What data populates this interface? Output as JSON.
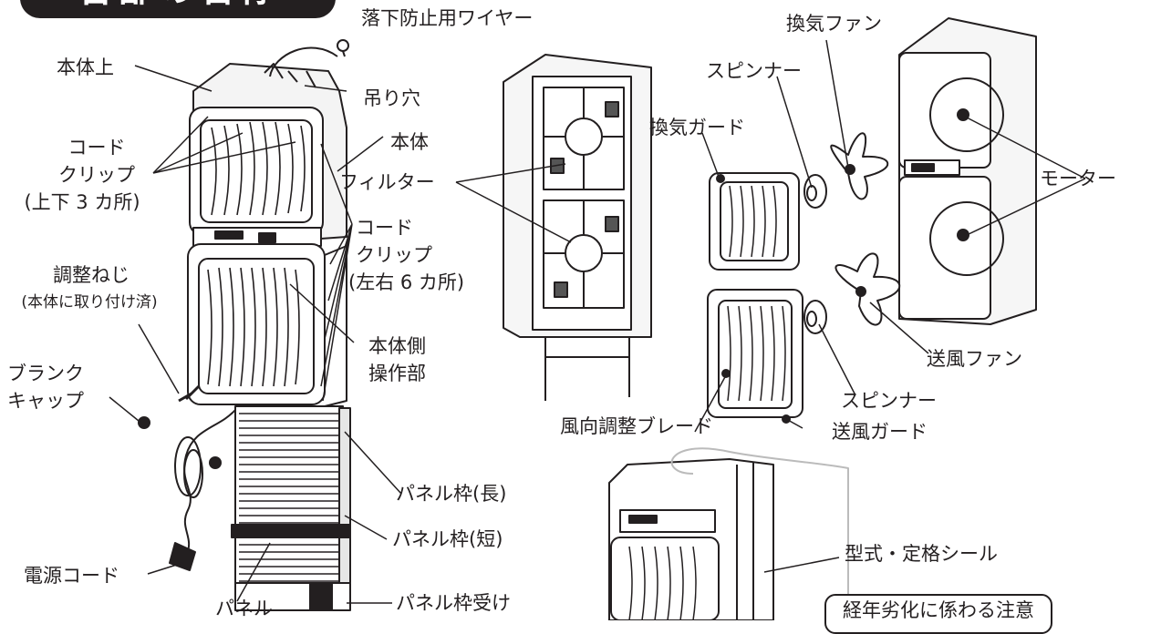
{
  "header": {
    "title": "各部の名称"
  },
  "labels": {
    "fall_wire": "落下防止用ワイヤー",
    "body_top": "本体上",
    "hanging_hole": "吊り穴",
    "body": "本体",
    "cord_clip_top_1": "コード",
    "cord_clip_top_2": "クリップ",
    "cord_clip_top_3": "(上下 3 カ所)",
    "filter": "フィルター",
    "cord_clip_side_1": "コード",
    "cord_clip_side_2": "クリップ",
    "cord_clip_side_3": "(左右 6 カ所)",
    "adjust_screw_1": "調整ねじ",
    "adjust_screw_2": "(本体に取り付け済)",
    "body_control_1": "本体側",
    "body_control_2": "操作部",
    "blank_cap_1": "ブランク",
    "blank_cap_2": "キャップ",
    "vent_fan": "換気ファン",
    "spinner_top": "スピンナー",
    "vent_guard": "換気ガード",
    "motor": "モーター",
    "supply_fan": "送風ファン",
    "spinner_bottom": "スピンナー",
    "wind_blade": "風向調整ブレード",
    "supply_guard": "送風ガード",
    "panel_frame_long": "パネル枠(長)",
    "panel_frame_short": "パネル枠(短)",
    "power_cord": "電源コード",
    "panel_frame_receiver": "パネル枠受け",
    "panel": "パネル",
    "model_seal": "型式・定格シール",
    "caution": "経年劣化に係わる注意"
  }
}
